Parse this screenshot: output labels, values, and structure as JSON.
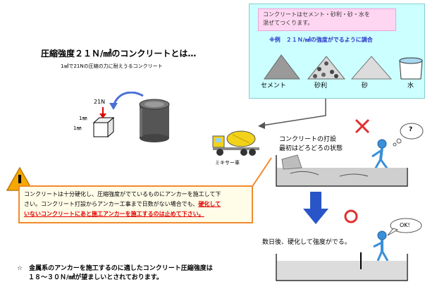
{
  "title": "圧縮強度２１Ｎ/㎟のコンクリートとは…",
  "subtitle": "1㎟で21Nの圧縮の力に耐えうるコンクリート",
  "cube": {
    "force": "21N",
    "dim_top": "1㎜",
    "dim_side": "1㎜"
  },
  "mix_panel": {
    "note_line1": "コンクリートはセメント・砂利・砂・水を",
    "note_line2": "混ぜてつくります。",
    "example": "※例　２１Ｎ/㎟の強度がでるように調合",
    "materials": [
      "セメント",
      "砂利",
      "砂",
      "水"
    ]
  },
  "mixer_label": "ミキサー車",
  "pour": {
    "line1": "コンクリートの打設",
    "line2": "最初はどろどろの状態"
  },
  "speech_ok": "OK!",
  "speech_q": "?",
  "after": "数日後、硬化して強度がでる。",
  "warning": {
    "normal1": "コンクリートは十分硬化し、圧縮強度がでているものにアンカーを施工して下",
    "normal2": "さい。コンクリート打設からアンカー工事まで日数がない場合でも、",
    "red1": "硬化して",
    "red2": "いないコンクリートにあと施工アンカーを施工するのは止めて下さい。"
  },
  "bottom_note": {
    "line1": "☆　金属系のアンカーを施工するのに適したコンクリート圧縮強度は",
    "line2": "１８～３０Ｎ/㎟が望ましいとされております。"
  },
  "colors": {
    "mix_bg": "#ccffff",
    "note_bg": "#ffd6f1",
    "warn_border": "#f28a2e",
    "red": "#e00000",
    "blue_arrow": "#2a55c8",
    "truck": "#f2d21a"
  }
}
